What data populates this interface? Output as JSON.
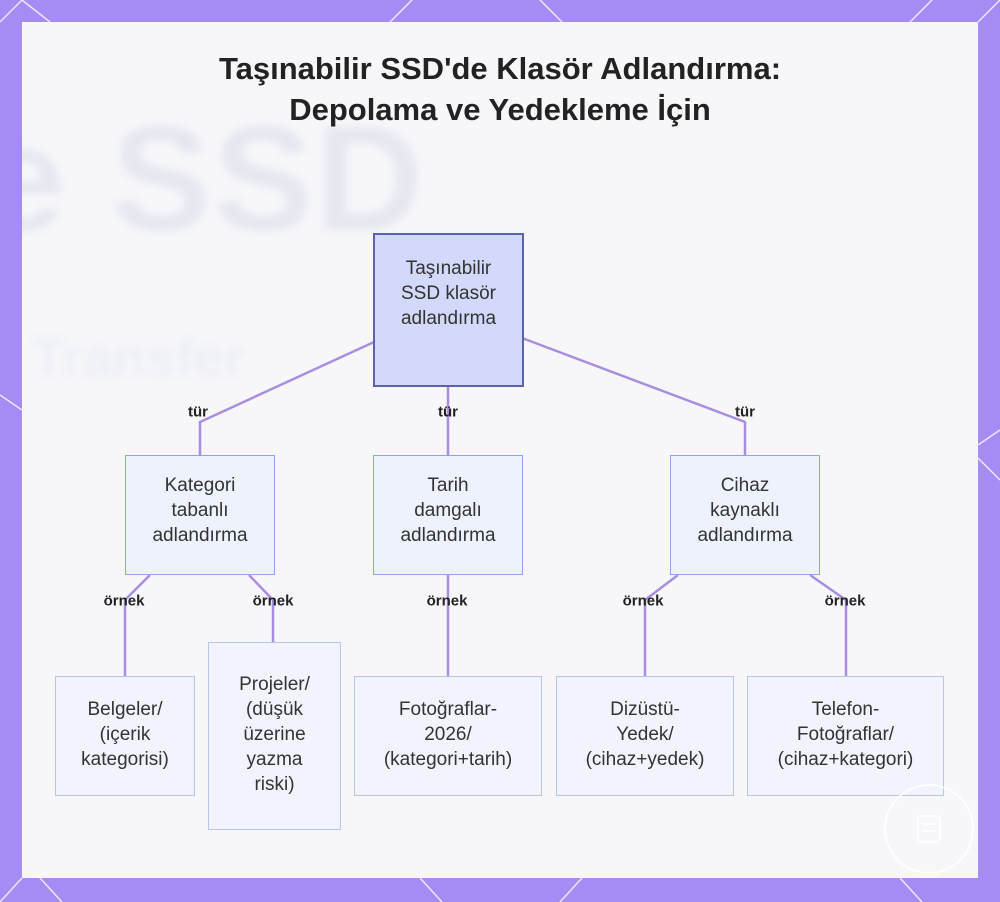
{
  "title": "Taşınabilir SSD'de Klasör Adlandırma: Depolama ve Yedekleme İçin",
  "background_text": [
    "e SSD",
    "Transfer"
  ],
  "nodes": {
    "root": "Taşınabilir\nSSD klasör\nadlandırma",
    "category": "Kategori\ntabanlı\nadlandırma",
    "date": "Tarih\ndamgalı\nadlandırma",
    "device": "Cihaz\nkaynaklı\nadlandırma",
    "documents": "Belgeler/\n(içerik\nkategorisi)",
    "projects": "Projeler/\n(düşük\nüzerine\nyazma\nriski)",
    "photos2026": "Fotoğraflar-\n2026/\n(kategori+tarih)",
    "laptop": "Dizüstü-\nYedek/\n(cihaz+yedek)",
    "phone": "Telefon-\nFotoğraflar/\n(cihaz+kategori)"
  },
  "edge_labels": {
    "type": "tür",
    "example": "örnek"
  },
  "colors": {
    "frame": "#a58cf4",
    "edge": "#a98ee0",
    "root_fill": "#d3d9fa",
    "node_fill": "#eef2fd",
    "node_border": "#8fa3e6"
  }
}
